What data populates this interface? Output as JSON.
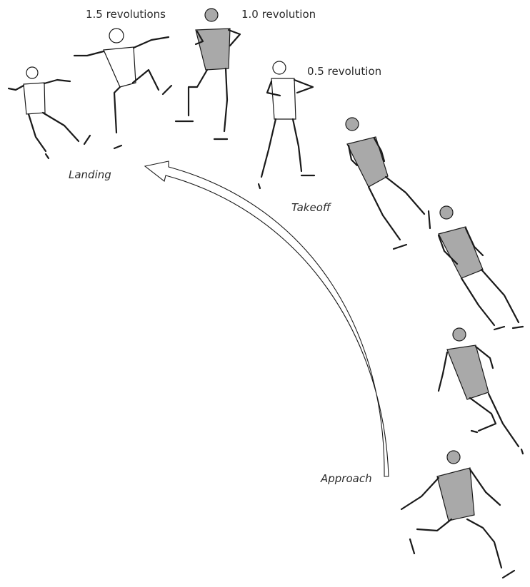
{
  "labels": {
    "rev_15": "1.5 revolutions",
    "rev_10": "1.0 revolution",
    "rev_05": "0.5 revolution",
    "landing": "Landing",
    "takeoff": "Takeoff",
    "approach": "Approach"
  },
  "colors": {
    "stroke": "#1a1a1a",
    "torso_shaded": "#a9a9a9",
    "torso_plain": "#ffffff",
    "text": "#2b2b2b"
  }
}
